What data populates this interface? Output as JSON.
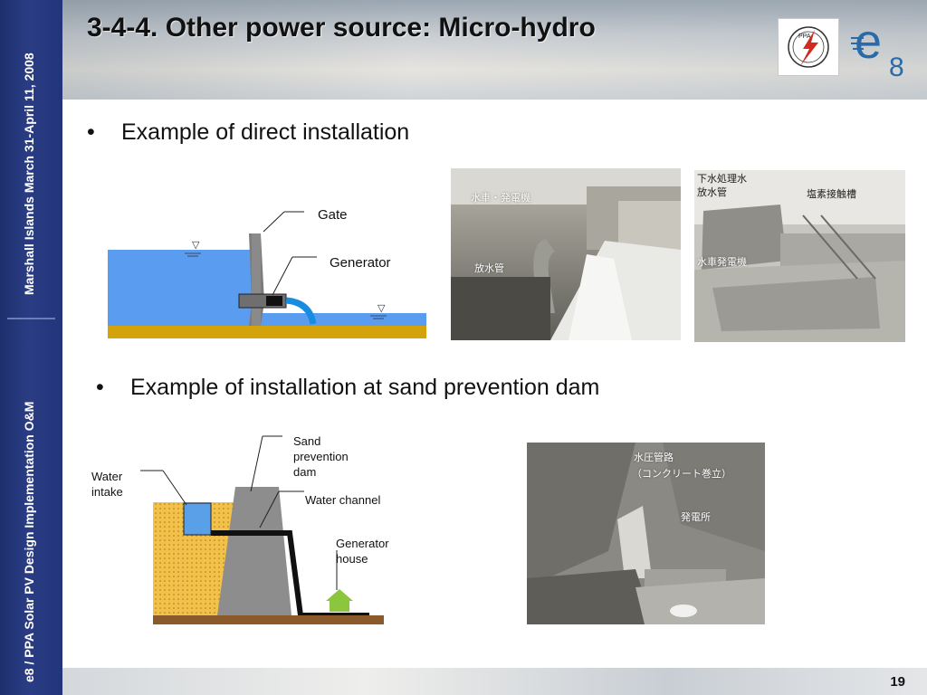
{
  "sidebar": {
    "top_text": "Marshall Islands March 31-April 11, 2008",
    "bottom_text": "e8 / PPA Solar PV Design Implementation O&M"
  },
  "header": {
    "title": "3-4-4. Other power source: Micro-hydro"
  },
  "bullets": [
    {
      "symbol": "•",
      "text": "Example of direct installation"
    },
    {
      "symbol": "•",
      "text": "Example of installation at sand prevention dam"
    }
  ],
  "diagram1": {
    "gate_label": "Gate",
    "generator_label": "Generator",
    "water_level_symbol": "▽"
  },
  "diagram2": {
    "sand_dam_label": "Sand\nprevention\ndam",
    "water_channel_label": "Water channel",
    "water_intake_label": "Water\nintake",
    "generator_house_label": "Generator\nhouse"
  },
  "photo1": {
    "caption_top": "水車・発電機",
    "caption_mid": "放水管"
  },
  "photo2": {
    "caption_a": "下水処理水\n放水管",
    "caption_b": "塩素接触槽",
    "caption_c": "水車発電機"
  },
  "photo3": {
    "caption_a": "水圧管路",
    "caption_b": "（コンクリート巻立）",
    "caption_c": "発電所"
  },
  "logos": {
    "ppa_text": "PPA"
  },
  "footer": {
    "page_number": "19"
  }
}
